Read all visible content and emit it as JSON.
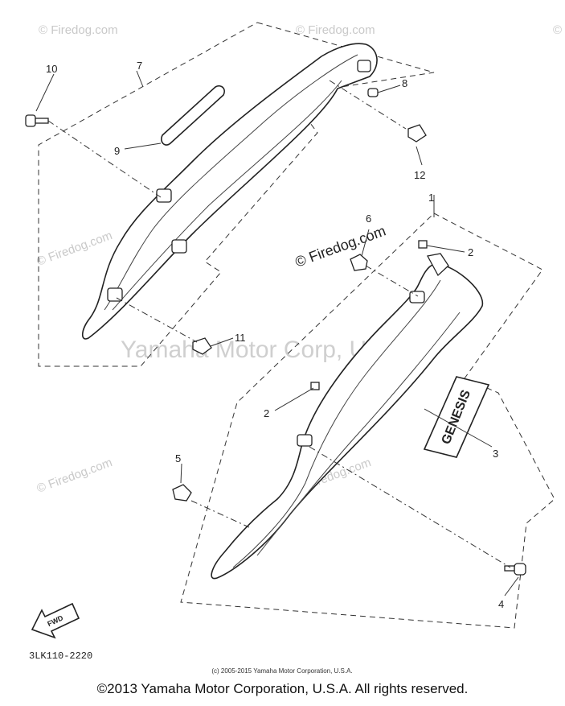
{
  "callouts": {
    "c1": "1",
    "c2a": "2",
    "c2b": "2",
    "c3": "3",
    "c4": "4",
    "c5": "5",
    "c6": "6",
    "c7": "7",
    "c8": "8",
    "c9": "9",
    "c10": "10",
    "c11": "11",
    "c12": "12"
  },
  "watermarks": {
    "small": "© Firedog.com",
    "mid": "© Firedog.com",
    "center": "Yamaha Motor Corp, U.S.A."
  },
  "decal_text": "GENESIS",
  "fwd_label": "FWD",
  "diagram_code": "3LK110-2220",
  "fine_print": "(c) 2005-2015 Yamaha Motor Corporation, U.S.A.",
  "copyright": "©2013 Yamaha Motor Corporation, U.S.A. All rights reserved."
}
